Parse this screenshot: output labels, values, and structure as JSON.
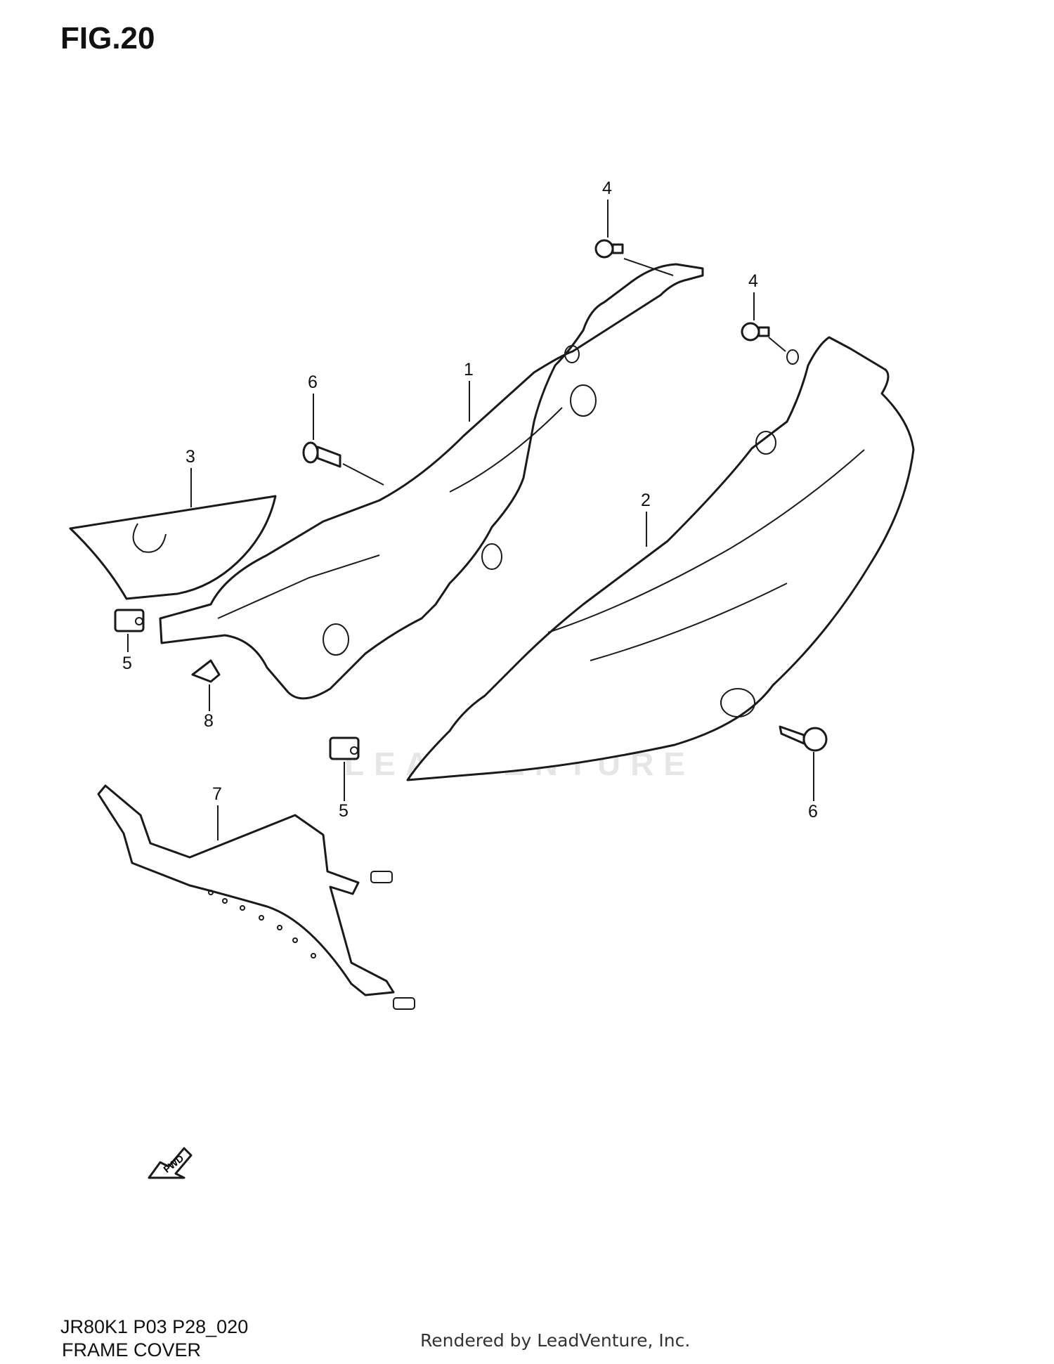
{
  "figure": {
    "title": "FIG.20",
    "code": "JR80K1 P03 P28_020",
    "name": "FRAME COVER"
  },
  "callouts": [
    {
      "id": "c1",
      "label": "1"
    },
    {
      "id": "c2",
      "label": "2"
    },
    {
      "id": "c3",
      "label": "3"
    },
    {
      "id": "c4a",
      "label": "4"
    },
    {
      "id": "c4b",
      "label": "4"
    },
    {
      "id": "c5a",
      "label": "5"
    },
    {
      "id": "c5b",
      "label": "5"
    },
    {
      "id": "c6a",
      "label": "6"
    },
    {
      "id": "c6b",
      "label": "6"
    },
    {
      "id": "c7",
      "label": "7"
    },
    {
      "id": "c8",
      "label": "8"
    }
  ],
  "fwd_marker": "FWD",
  "watermark": "LEADVENTURE",
  "rendered_by": "Rendered by LeadVenture, Inc."
}
